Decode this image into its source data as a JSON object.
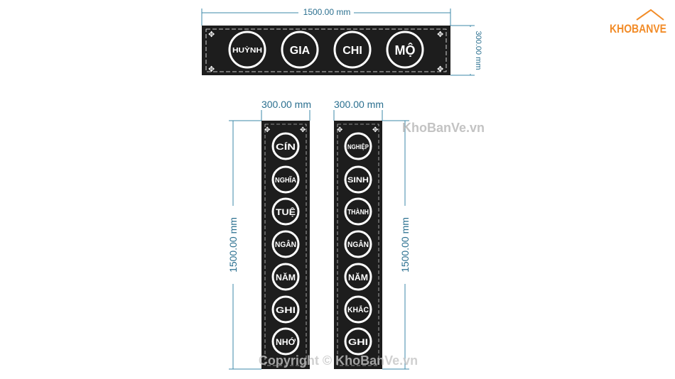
{
  "logo": {
    "brand": "KHOBANVE",
    "color_accent": "#f28c28"
  },
  "watermarks": {
    "side": "KhoBanVe.vn",
    "bottom": "Copyright © KhoBanVe.vn"
  },
  "top_panel": {
    "width_label": "1500.00 mm",
    "height_label": "300.00 mm",
    "medallions": [
      "HUỲNH",
      "GIA",
      "CHI",
      "MỘ"
    ]
  },
  "left_column": {
    "width_label": "300.00 mm",
    "height_label": "1500.00 mm",
    "medallions": [
      "CÍN",
      "NGHĨA",
      "TUỆ",
      "NGÂN",
      "NĂM",
      "GHI",
      "NHỚ"
    ]
  },
  "right_column": {
    "width_label": "300.00 mm",
    "height_label": "1500.00 mm",
    "medallions": [
      "NGHIỆP",
      "SINH",
      "THÀNH",
      "NGÂN",
      "NĂM",
      "KHẮC",
      "GHI"
    ]
  },
  "colors": {
    "panel": "#1d1d1d",
    "dimension": "#2a6f8f",
    "text_white": "#ffffff"
  }
}
